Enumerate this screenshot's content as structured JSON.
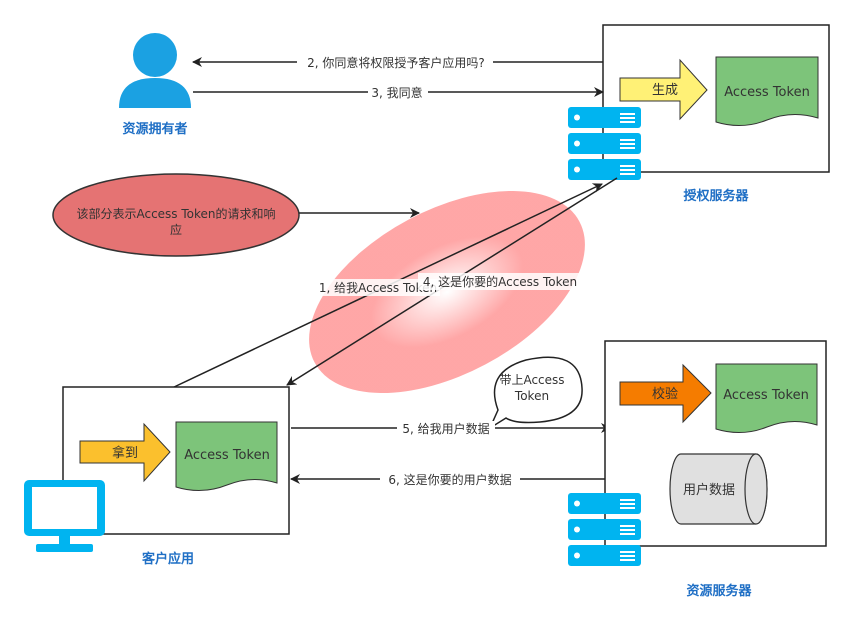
{
  "actors": {
    "resource_owner": "资源拥有者",
    "auth_server": "授权服务器",
    "client_app": "客户应用",
    "resource_server": "资源服务器"
  },
  "messages": {
    "m1": "1, 给我Access Token",
    "m2": "2, 你同意将权限授予客户应用吗?",
    "m3": "3, 我同意",
    "m4": "4, 这是你要的Access Token",
    "m5": "5, 给我用户数据",
    "m6": "6, 这是你要的用户数据"
  },
  "auth_box": {
    "arrow_label": "生成",
    "doc_label": "Access Token"
  },
  "client_box": {
    "arrow_label": "拿到",
    "doc_label": "Access Token"
  },
  "resource_box": {
    "arrow_label": "校验",
    "doc_label": "Access Token",
    "db_label": "用户数据"
  },
  "note": {
    "line1": "该部分表示Access Token的请求和响",
    "line2": "应"
  },
  "callout": {
    "line1": "带上Access",
    "line2": "Token"
  },
  "colors": {
    "user_blue": "#1ba1e2",
    "server_blue": "#00b4f0",
    "doc_green": "#7dc47a",
    "arrow_yellow": "#fff176",
    "arrow_gold": "#fbc02d",
    "arrow_orange": "#f57c00",
    "note_red": "#e57373",
    "glow_pink": "#ffa2a2",
    "db_gray": "#e0e0e0"
  }
}
